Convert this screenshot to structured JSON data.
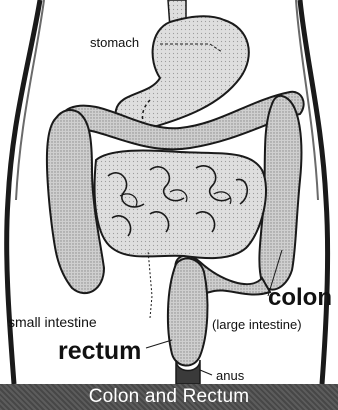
{
  "labels": {
    "stomach": "stomach",
    "small_intestine": "small intestine",
    "rectum": "rectum",
    "colon": "colon",
    "colon_sub": "(large intestine)",
    "anus": "anus"
  },
  "caption": "Colon and Rectum",
  "colors": {
    "organ_fill": "#c9c9c9",
    "organ_shadow": "#9a9a9a",
    "outline": "#1a1a1a",
    "caption_bar": "#4e4e4e",
    "caption_text": "#ffffff"
  }
}
